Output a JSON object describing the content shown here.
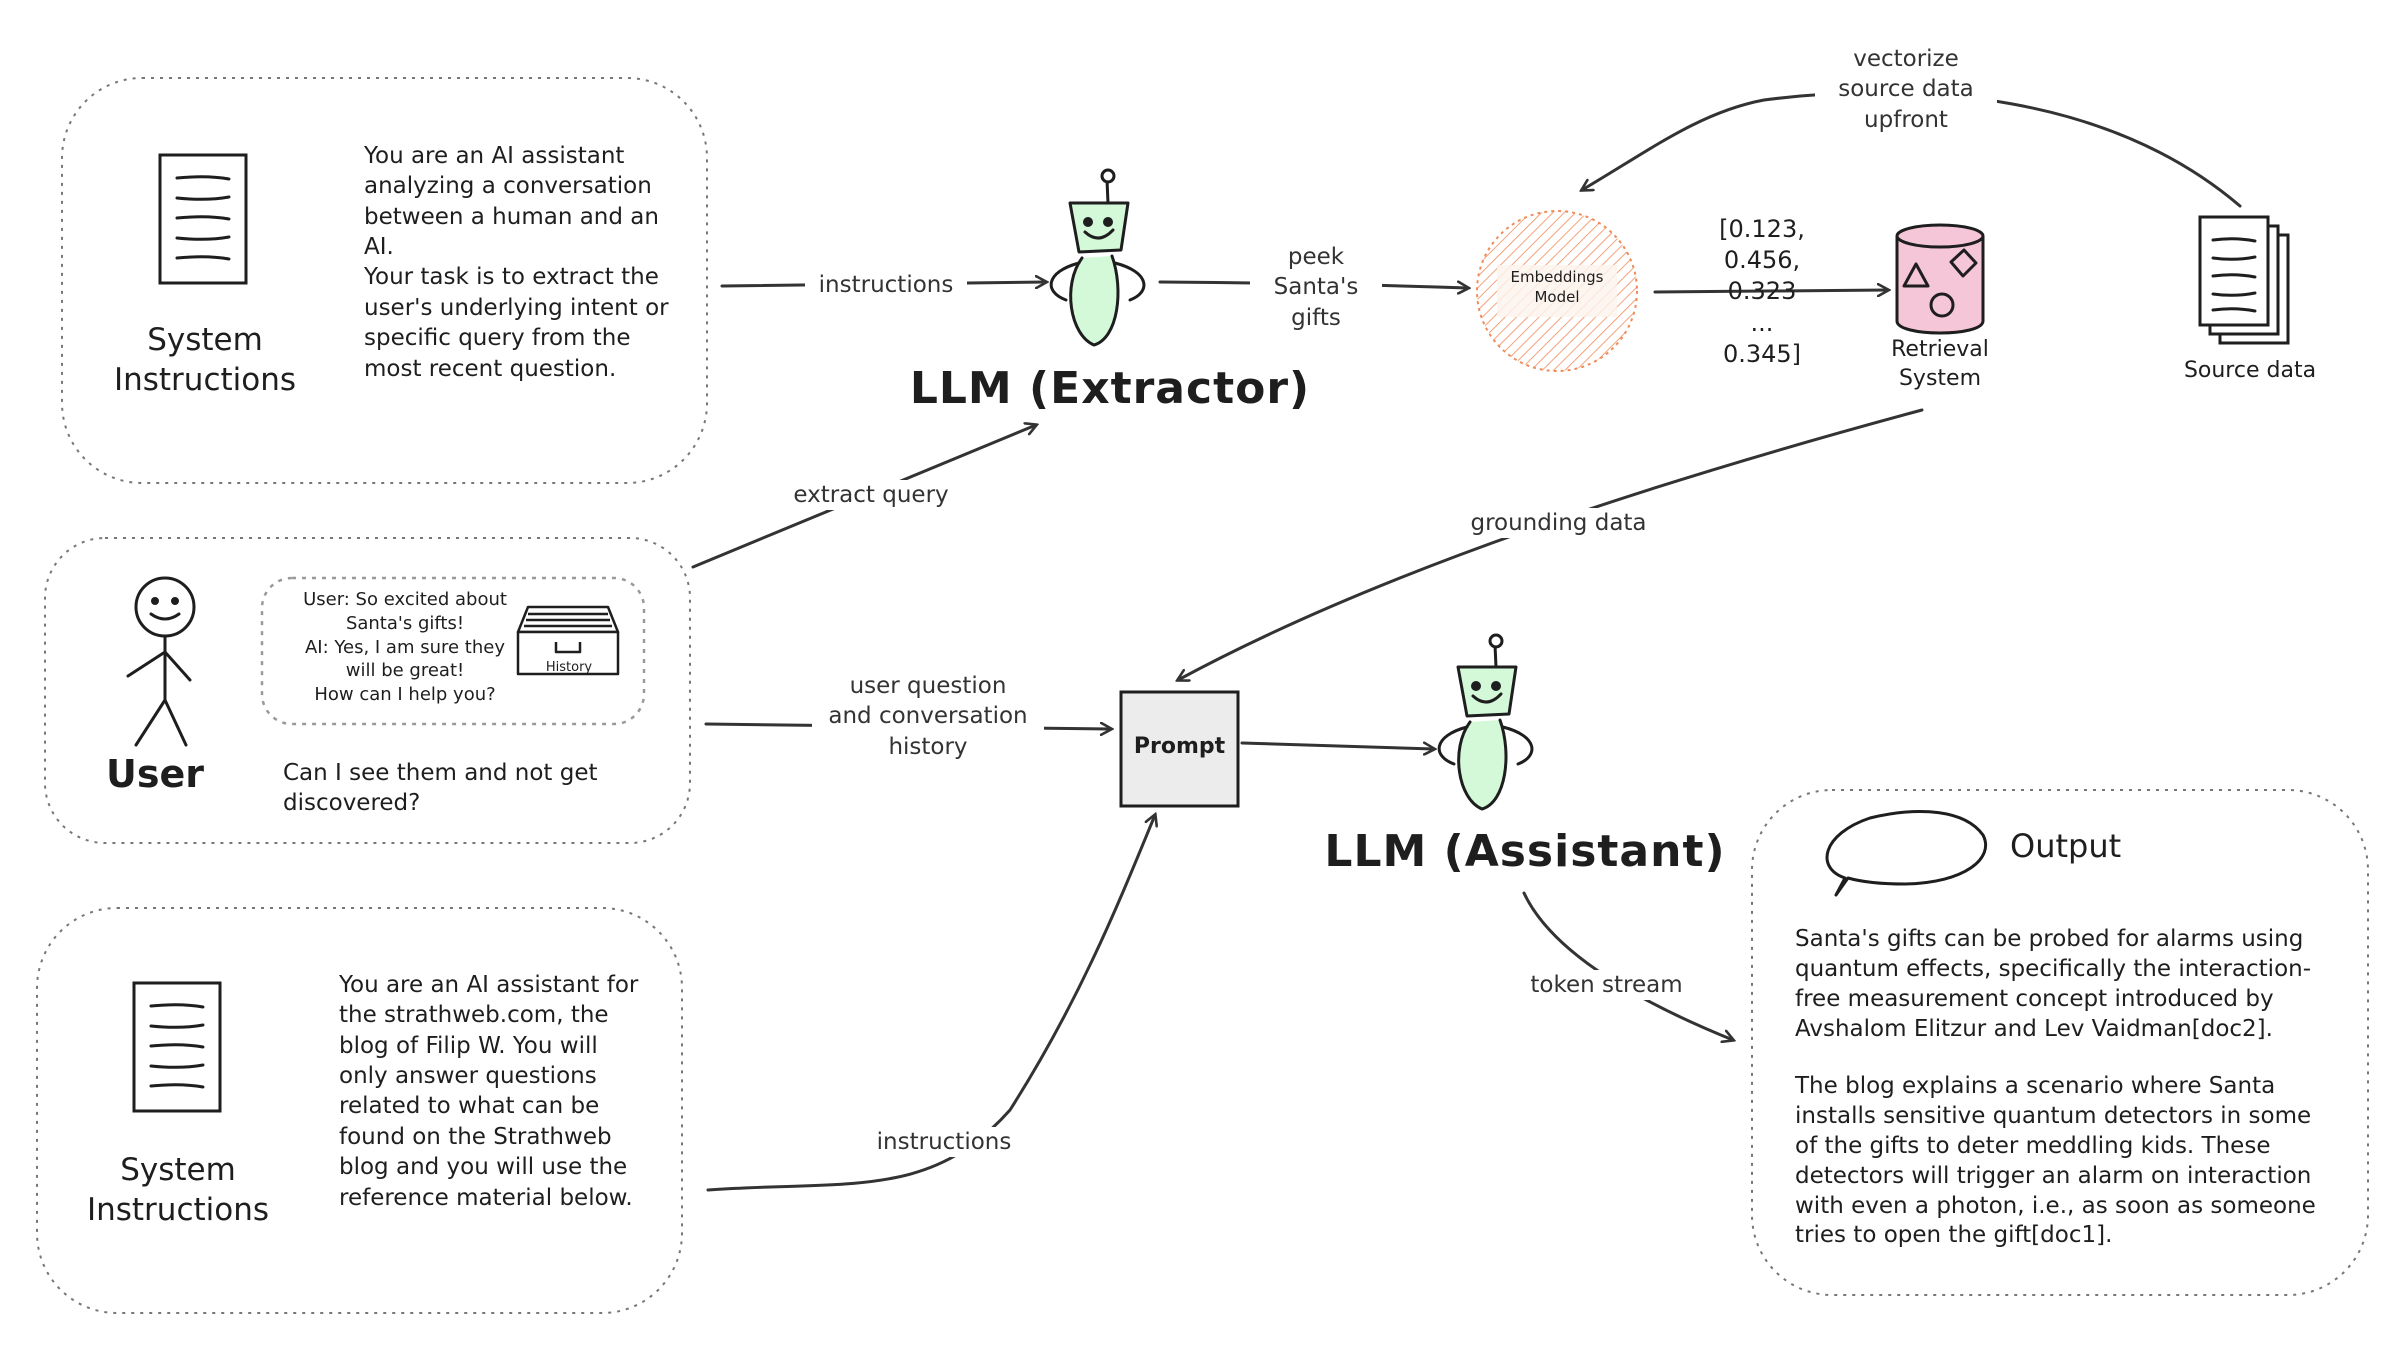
{
  "extractor": {
    "sys_caption": "System\nInstructions",
    "sys_text": "You are an AI assistant analyzing a conversation between a human and an AI.\nYour task is to extract the user's underlying intent or specific query from the most recent question.",
    "title": "LLM (Extractor)"
  },
  "user": {
    "caption": "User",
    "history_text": "User: So excited about Santa's gifts!\nAI: Yes, I am sure they will be great!\nHow can I help you?",
    "history_label": "History",
    "question": "Can I see them and not get discovered?"
  },
  "assistant_sys": {
    "caption": "System\nInstructions",
    "text": "You are an AI assistant for the strathweb.com, the blog of Filip W. You will only answer questions related to what can be found on the Strathweb blog and you will use the reference material below."
  },
  "edges": {
    "instructions_top": "instructions",
    "peek": "peek\nSanta's\ngifts",
    "vectorize": "vectorize\nsource data\nupfront",
    "extract_query": "extract query",
    "grounding": "grounding data",
    "user_question": "user question\nand conversation\nhistory",
    "instructions_bottom": "instructions",
    "token_stream": "token stream"
  },
  "embeddings": {
    "label": "Embeddings\nModel"
  },
  "vector": {
    "text": "[0.123,\n0.456,\n0.323\n...\n0.345]"
  },
  "retrieval": {
    "label": "Retrieval\nSystem"
  },
  "source": {
    "label": "Source data"
  },
  "prompt": {
    "label": "Prompt"
  },
  "assistant": {
    "title": "LLM (Assistant)"
  },
  "output": {
    "title": "Output",
    "p1": "Santa's gifts can be probed for alarms using quantum effects, specifically the interaction-free measurement concept introduced by Avshalom Elitzur and Lev Vaidman[doc2].",
    "p2": "The blog explains a scenario where Santa installs sensitive quantum detectors in some of the gifts to deter meddling kids. These detectors will trigger an alarm on interaction with even a photon, i.e., as soon as someone tries to open the gift[doc1]."
  },
  "colors": {
    "robot_fill": "#d3f9d8",
    "embeddings_hatch": "#f08c5a",
    "retrieval_fill": "#f5c6d8",
    "prompt_fill": "#ececec",
    "stroke": "#1e1e1e"
  }
}
